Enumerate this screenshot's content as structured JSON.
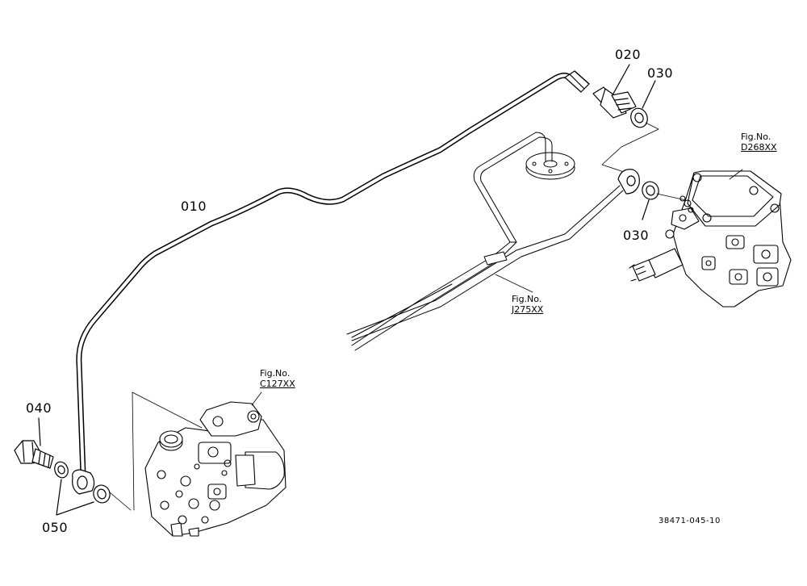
{
  "parts": {
    "p010": "010",
    "p020": "020",
    "p030_top": "030",
    "p030_right": "030",
    "p040": "040",
    "p050": "050"
  },
  "figure_refs": {
    "d268": {
      "label": "Fig.No.",
      "code": "D268XX"
    },
    "j275": {
      "label": "Fig.No.",
      "code": "J275XX"
    },
    "c127": {
      "label": "Fig.No.",
      "code": "C127XX"
    }
  },
  "document_id": "38471-045-10",
  "colors": {
    "ink": "#000000",
    "paper": "#ffffff"
  }
}
